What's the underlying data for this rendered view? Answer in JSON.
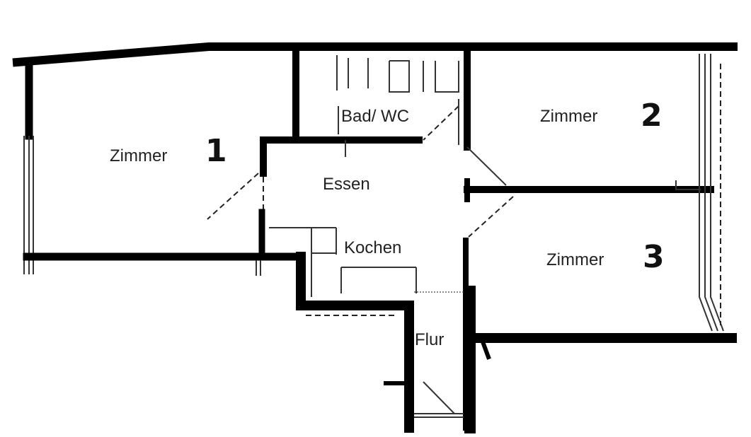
{
  "rooms": {
    "zimmer1": {
      "label": "Zimmer",
      "number": "1"
    },
    "bad": {
      "label": "Bad/ WC"
    },
    "zimmer2": {
      "label": "Zimmer",
      "number": "2"
    },
    "essen": {
      "label": "Essen"
    },
    "kochen": {
      "label": "Kochen"
    },
    "zimmer3": {
      "label": "Zimmer",
      "number": "3"
    },
    "flur": {
      "label": "Flur"
    }
  },
  "colors": {
    "wall": "#000000",
    "background": "#ffffff"
  }
}
